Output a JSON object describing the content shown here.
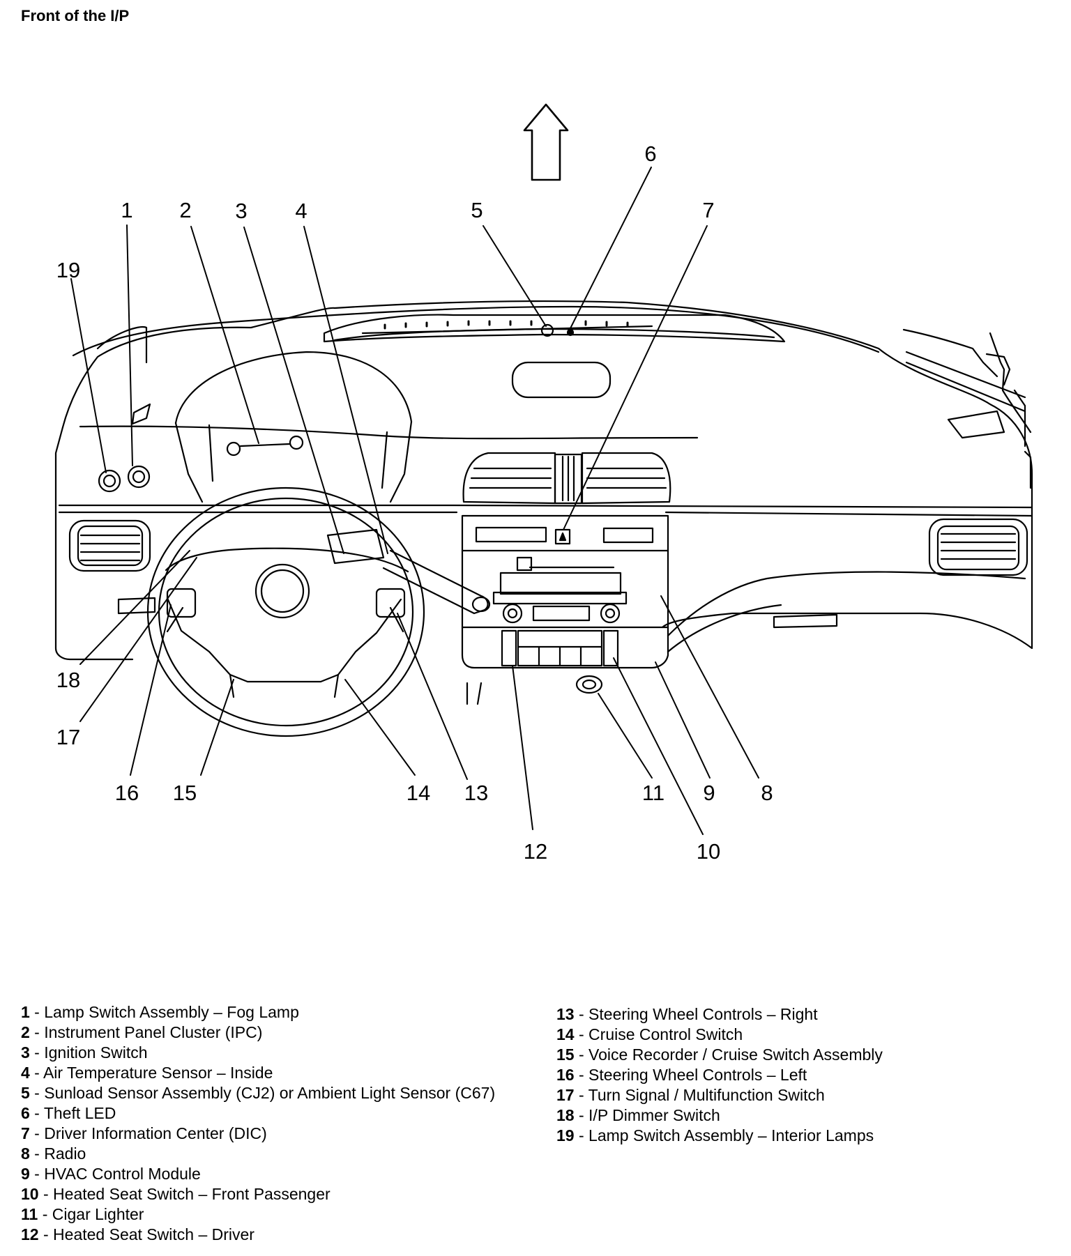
{
  "title": "Front of the I/P",
  "callouts": [
    "1",
    "2",
    "3",
    "4",
    "5",
    "6",
    "7",
    "8",
    "9",
    "10",
    "11",
    "12",
    "13",
    "14",
    "15",
    "16",
    "17",
    "18",
    "19"
  ],
  "legend": [
    {
      "num": "1",
      "text": "Lamp Switch Assembly – Fog Lamp"
    },
    {
      "num": "2",
      "text": "Instrument Panel Cluster (IPC)"
    },
    {
      "num": "3",
      "text": "Ignition Switch"
    },
    {
      "num": "4",
      "text": "Air Temperature Sensor – Inside"
    },
    {
      "num": "5",
      "text": "Sunload Sensor Assembly (CJ2) or Ambient Light Sensor (C67)"
    },
    {
      "num": "6",
      "text": "Theft LED"
    },
    {
      "num": "7",
      "text": "Driver Information Center (DIC)"
    },
    {
      "num": "8",
      "text": "Radio"
    },
    {
      "num": "9",
      "text": "HVAC Control Module"
    },
    {
      "num": "10",
      "text": "Heated Seat Switch – Front Passenger"
    },
    {
      "num": "11",
      "text": "Cigar Lighter"
    },
    {
      "num": "12",
      "text": "Heated Seat Switch – Driver"
    },
    {
      "num": "13",
      "text": "Steering Wheel Controls – Right"
    },
    {
      "num": "14",
      "text": "Cruise Control Switch"
    },
    {
      "num": "15",
      "text": "Voice Recorder / Cruise Switch Assembly"
    },
    {
      "num": "16",
      "text": "Steering Wheel Controls – Left"
    },
    {
      "num": "17",
      "text": "Turn Signal / Multifunction Switch"
    },
    {
      "num": "18",
      "text": "I/P Dimmer Switch"
    },
    {
      "num": "19",
      "text": "Lamp Switch Assembly – Interior Lamps"
    }
  ]
}
